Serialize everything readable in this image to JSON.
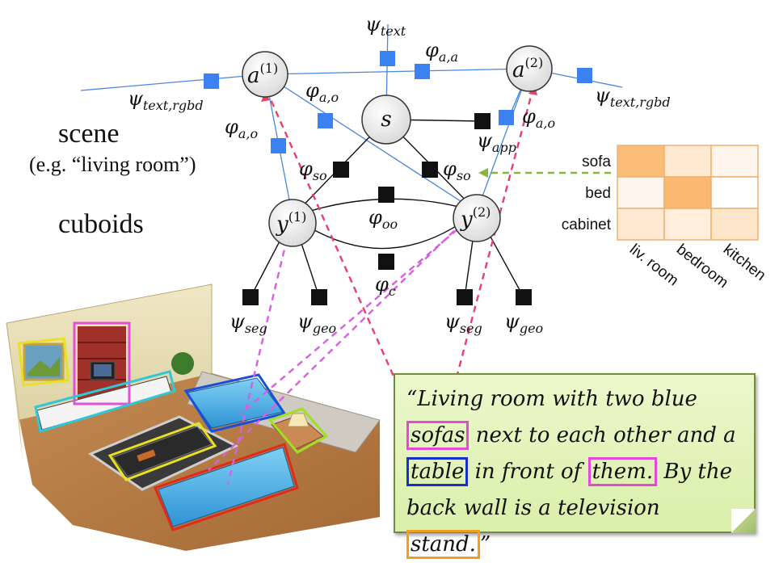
{
  "scene_label": "scene",
  "scene_example": "(e.g. “living room”)",
  "cuboids_label": "cuboids",
  "nodes": {
    "a1": "a",
    "a1_sup": "(1)",
    "a2": "a",
    "a2_sup": "(2)",
    "s": "s",
    "y1": "y",
    "y1_sup": "(1)",
    "y2": "y",
    "y2_sup": "(2)"
  },
  "factors": {
    "psi_text": {
      "sym": "ψ",
      "sub": "text"
    },
    "phi_aa": {
      "sym": "φ",
      "sub": "a,a"
    },
    "psi_text_rgbd_left": {
      "sym": "ψ",
      "sub": "text,rgbd"
    },
    "psi_text_rgbd_right": {
      "sym": "ψ",
      "sub": "text,rgbd"
    },
    "phi_ao_1": {
      "sym": "φ",
      "sub": "a,o"
    },
    "phi_ao_2": {
      "sym": "φ",
      "sub": "a,o"
    },
    "phi_ao_3": {
      "sym": "φ",
      "sub": "a,o"
    },
    "psi_app": {
      "sym": "ψ",
      "sub": "app"
    },
    "phi_so_1": {
      "sym": "φ",
      "sub": "so"
    },
    "phi_so_2": {
      "sym": "φ",
      "sub": "so"
    },
    "phi_oo": {
      "sym": "φ",
      "sub": "oo"
    },
    "phi_c": {
      "sym": "φ",
      "sub": "c"
    },
    "psi_seg_1": {
      "sym": "ψ",
      "sub": "seg"
    },
    "psi_geo_1": {
      "sym": "ψ",
      "sub": "geo"
    },
    "psi_seg_2": {
      "sym": "ψ",
      "sub": "seg"
    },
    "psi_geo_2": {
      "sym": "ψ",
      "sub": "geo"
    }
  },
  "heatmap": {
    "rows": [
      "sofa",
      "bed",
      "cabinet"
    ],
    "cols": [
      "liv. room",
      "bedroom",
      "kitchen"
    ],
    "values": [
      [
        0.75,
        0.25,
        0.1
      ],
      [
        0.1,
        0.8,
        0.0
      ],
      [
        0.25,
        0.2,
        0.3
      ]
    ]
  },
  "caption": {
    "open_quote": "“",
    "t1": "Living room with two blue",
    "w_sofas": "sofas",
    "t2": "next to each other and a",
    "w_table": "table",
    "t3": "in front of",
    "w_them": "them.",
    "t4": "By the back wall is a television",
    "w_stand": "stand.",
    "close_quote": "”"
  },
  "colors": {
    "factor_blue": "#3b82f0",
    "factor_black": "#111111",
    "edge_blue": "#4a86e0",
    "link_red": "#e8406a",
    "link_magenta": "#d860e0",
    "link_green": "#88b83a",
    "heat_orange": "#f9a84c",
    "box_cyan": "#2ec8d8",
    "box_blue": "#1a4fd8",
    "box_red": "#e02a1a",
    "box_yellow": "#e8e020",
    "box_magenta": "#e050d8",
    "box_lime": "#a0e020"
  }
}
